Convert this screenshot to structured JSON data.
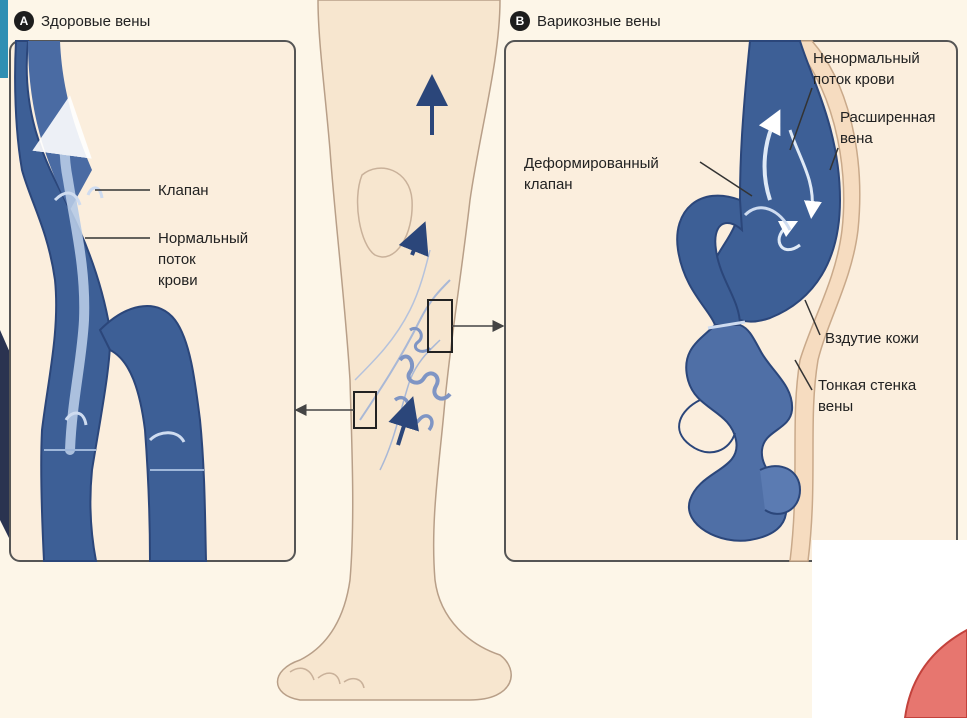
{
  "panel_a": {
    "badge": "A",
    "title": "Здоровые вены",
    "labels": {
      "valve": "Клапан",
      "normal_flow": [
        "Нормальный",
        "поток",
        "крови"
      ]
    }
  },
  "panel_b": {
    "badge": "B",
    "title": "Варикозные вены",
    "labels": {
      "abnormal_flow": [
        "Ненормальный",
        "поток крови"
      ],
      "dilated_vein": [
        "Расширенная",
        "вена"
      ],
      "deformed_valve": [
        "Деформированный",
        "клапан"
      ],
      "skin_bulge": "Вздутие кожи",
      "thin_wall": [
        "Тонкая стенка",
        "вены"
      ]
    }
  },
  "colors": {
    "vein": "#3d5f96",
    "vein_dark": "#2b467a",
    "vein_light": "#8fb0da",
    "skin": "#f7e6cf",
    "background": "#fdf6e8",
    "panel": "#fbeedd"
  }
}
